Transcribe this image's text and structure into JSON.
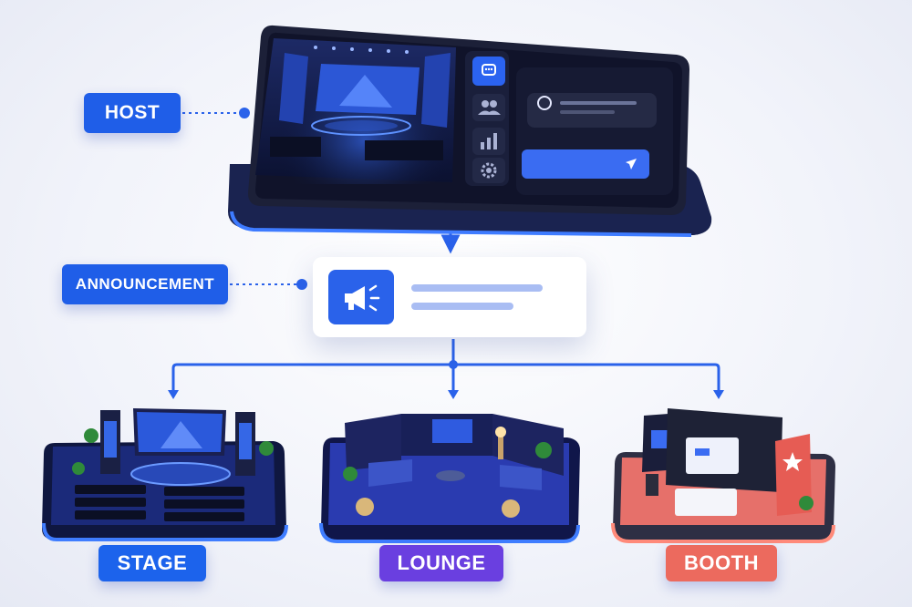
{
  "labels": {
    "host": "HOST",
    "announcement": "ANNOUNCEMENT",
    "stage": "STAGE",
    "lounge": "LOUNGE",
    "booth": "BOOTH"
  },
  "colors": {
    "primary": "#1f5ee8",
    "lounge": "#6a3fe0",
    "booth": "#ec6a5e",
    "connector": "#2a62ea"
  },
  "host_device": {
    "sidebar_icons": [
      "chat-icon",
      "users-icon",
      "chart-icon",
      "gear-icon"
    ],
    "send_icon": "send-icon"
  },
  "announcement_card": {
    "icon": "megaphone-icon"
  }
}
